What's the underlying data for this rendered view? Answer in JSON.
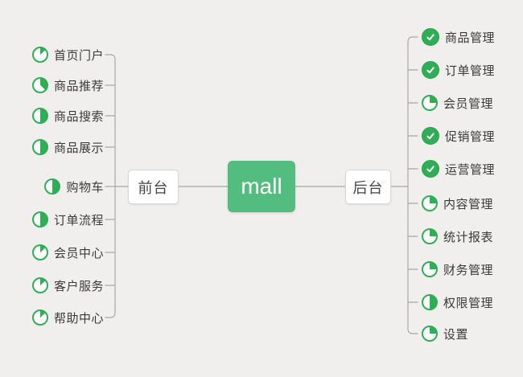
{
  "colors": {
    "background": "#f0efed",
    "progress_green": "#2fae55",
    "root_green": "#53bd7f",
    "line_gray": "#a8a8a8",
    "text": "#3a3a3a"
  },
  "root": {
    "label": "mall"
  },
  "left": {
    "branch": {
      "label": "前台"
    },
    "items": [
      {
        "label": "首页门户",
        "progress": 0.125
      },
      {
        "label": "商品推荐",
        "progress": 0.375
      },
      {
        "label": "商品搜索",
        "progress": 0.5
      },
      {
        "label": "商品展示",
        "progress": 0.5
      },
      {
        "label": "购物车",
        "progress": 0.5
      },
      {
        "label": "订单流程",
        "progress": 0.5
      },
      {
        "label": "会员中心",
        "progress": 0.125
      },
      {
        "label": "客户服务",
        "progress": 0.125
      },
      {
        "label": "帮助中心",
        "progress": 0.125
      }
    ]
  },
  "right": {
    "branch": {
      "label": "后台"
    },
    "items": [
      {
        "label": "商品管理",
        "progress": "done"
      },
      {
        "label": "订单管理",
        "progress": "done"
      },
      {
        "label": "会员管理",
        "progress": 0.25
      },
      {
        "label": "促销管理",
        "progress": "done"
      },
      {
        "label": "运营管理",
        "progress": "done"
      },
      {
        "label": "内容管理",
        "progress": 0.25
      },
      {
        "label": "统计报表",
        "progress": 0.25
      },
      {
        "label": "财务管理",
        "progress": 0.25
      },
      {
        "label": "权限管理",
        "progress": 0.5
      },
      {
        "label": "设置",
        "progress": 0.25
      }
    ]
  }
}
